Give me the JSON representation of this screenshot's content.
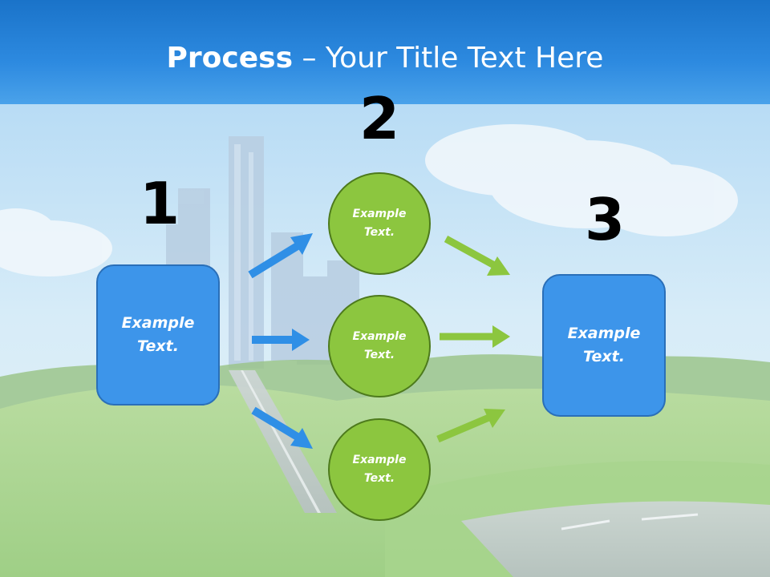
{
  "title": {
    "bold": "Process",
    "rest": " – Your Title Text Here"
  },
  "steps": [
    {
      "number": "1",
      "label": "Example\nText."
    },
    {
      "number": "2",
      "circles": [
        "Example\nText.",
        "Example\nText.",
        "Example\nText."
      ]
    },
    {
      "number": "3",
      "label": "Example\nText."
    }
  ],
  "colors": {
    "title_band": "#1a73c9",
    "box_fill": "#3d95ea",
    "circle_fill": "#8cc63f",
    "blue_arrow": "#2f8fe6",
    "green_arrow": "#8cc63f"
  }
}
